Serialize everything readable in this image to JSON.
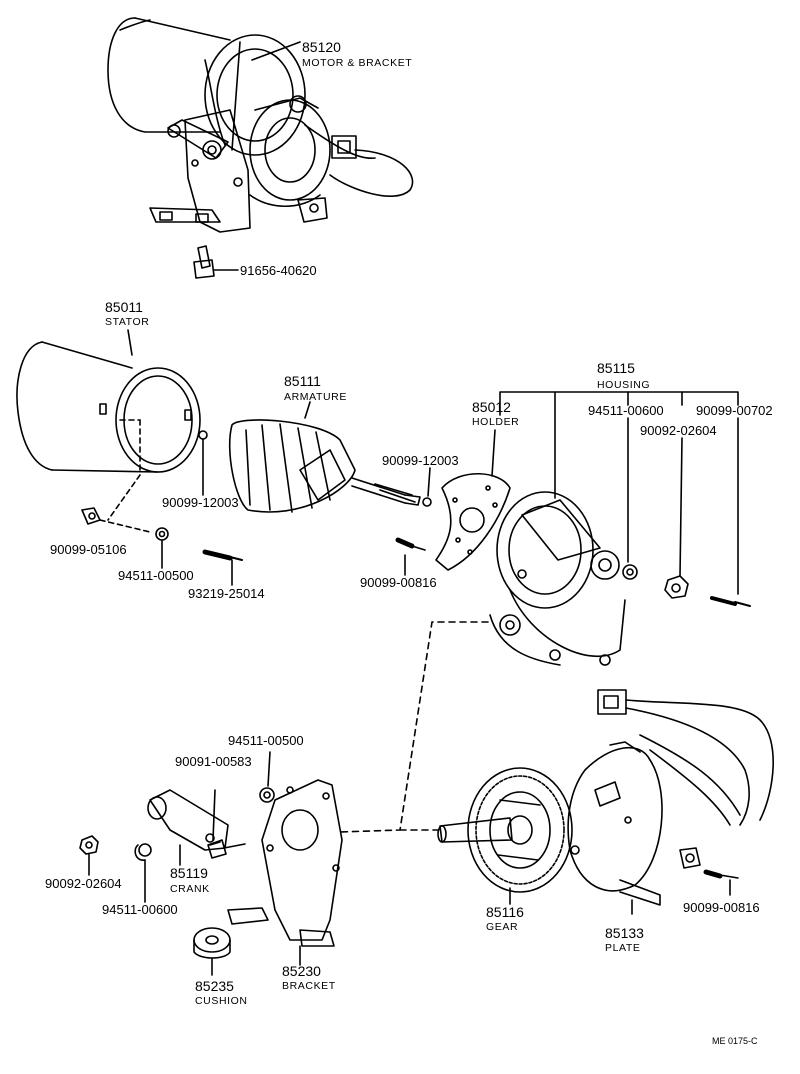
{
  "parts": {
    "motor_bracket": {
      "number": "85120",
      "name": "MOTOR & BRACKET"
    },
    "bolt_top": {
      "number": "91656-40620"
    },
    "stator": {
      "number": "85011",
      "name": "STATOR"
    },
    "armature": {
      "number": "85111",
      "name": "ARMATURE"
    },
    "housing": {
      "number": "85115",
      "name": "HOUSING"
    },
    "holder": {
      "number": "85012",
      "name": "HOLDER"
    },
    "washer_a": {
      "number": "90099-12003"
    },
    "washer_b": {
      "number": "90099-12003"
    },
    "washer_94511_00600_top": {
      "number": "94511-00600"
    },
    "screw_90099_00702": {
      "number": "90099-00702"
    },
    "nut_90092_02604_top": {
      "number": "90092-02604"
    },
    "clip_90099_05106": {
      "number": "90099-05106"
    },
    "washer_94511_00500_left": {
      "number": "94511-00500"
    },
    "screw_93219_25014": {
      "number": "93219-25014"
    },
    "screw_90099_00816_mid": {
      "number": "90099-00816"
    },
    "washer_94511_00500_bottom": {
      "number": "94511-00500"
    },
    "bolt_90091_00583": {
      "number": "90091-00583"
    },
    "nut_90092_02604_bottom": {
      "number": "90092-02604"
    },
    "washer_94511_00600_bottom": {
      "number": "94511-00600"
    },
    "crank": {
      "number": "85119",
      "name": "CRANK"
    },
    "gear": {
      "number": "85116",
      "name": "GEAR"
    },
    "plate": {
      "number": "85133",
      "name": "PLATE"
    },
    "screw_90099_00816_right": {
      "number": "90099-00816"
    },
    "cushion": {
      "number": "85235",
      "name": "CUSHION"
    },
    "bracket": {
      "number": "85230",
      "name": "BRACKET"
    }
  },
  "figure_ref": "ME 0175-C"
}
